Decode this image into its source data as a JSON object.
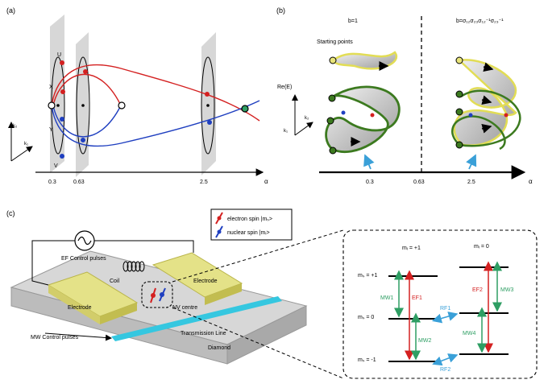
{
  "panel_a": {
    "label": "(a)",
    "points": {
      "u": "U",
      "x": "X",
      "y": "Y",
      "v": "V"
    },
    "axis": {
      "k2": "k₂",
      "k1": "k₁",
      "alpha": "α"
    },
    "ticks": [
      "0.3",
      "0.63",
      "2.5"
    ]
  },
  "panel_b": {
    "label": "(b)",
    "b_left": "b=1",
    "b_right": "b=σ₁₂σ₂₃σ₁₂⁻¹σ₂₃⁻¹",
    "starting": "Starting points",
    "re_e": "Re(E)",
    "axis": {
      "k2": "k₂",
      "k1": "k₁",
      "alpha": "α"
    },
    "ticks": [
      "0.3",
      "0.63",
      "2.5"
    ]
  },
  "panel_c": {
    "label": "(c)",
    "legend_electron": "electron spin |mₛ>",
    "legend_nuclear": "nuclear spin |mᵢ>",
    "ef_control": "EF Control pulses",
    "mw_control": "MW Control pulses",
    "coil": "Coil",
    "electrode_left": "Electrode",
    "electrode_right": "Electrode",
    "nv_centre": "NV centre",
    "transmission": "Transmission Line",
    "diamond": "Diamond",
    "levels": {
      "mi_plus": "mᵢ = +1",
      "mi_zero": "mᵢ = 0",
      "ms_plus": "mₛ = +1",
      "ms_zero": "mₛ = 0",
      "ms_minus": "mₛ = -1"
    },
    "transitions": {
      "mw1": "MW1",
      "ef1": "EF1",
      "mw2": "MW2",
      "ef2": "EF2",
      "mw3": "MW3",
      "mw4": "MW4",
      "rf1": "RF1",
      "rf2": "RF2"
    }
  },
  "colors": {
    "red": "#d42020",
    "blue": "#1f3fc0",
    "green": "#2e9e63",
    "cyan": "#35c7e0",
    "yellow": "#e9e57a",
    "darkgreen": "#3c7a1f",
    "lightblue": "#3aa0d8"
  }
}
